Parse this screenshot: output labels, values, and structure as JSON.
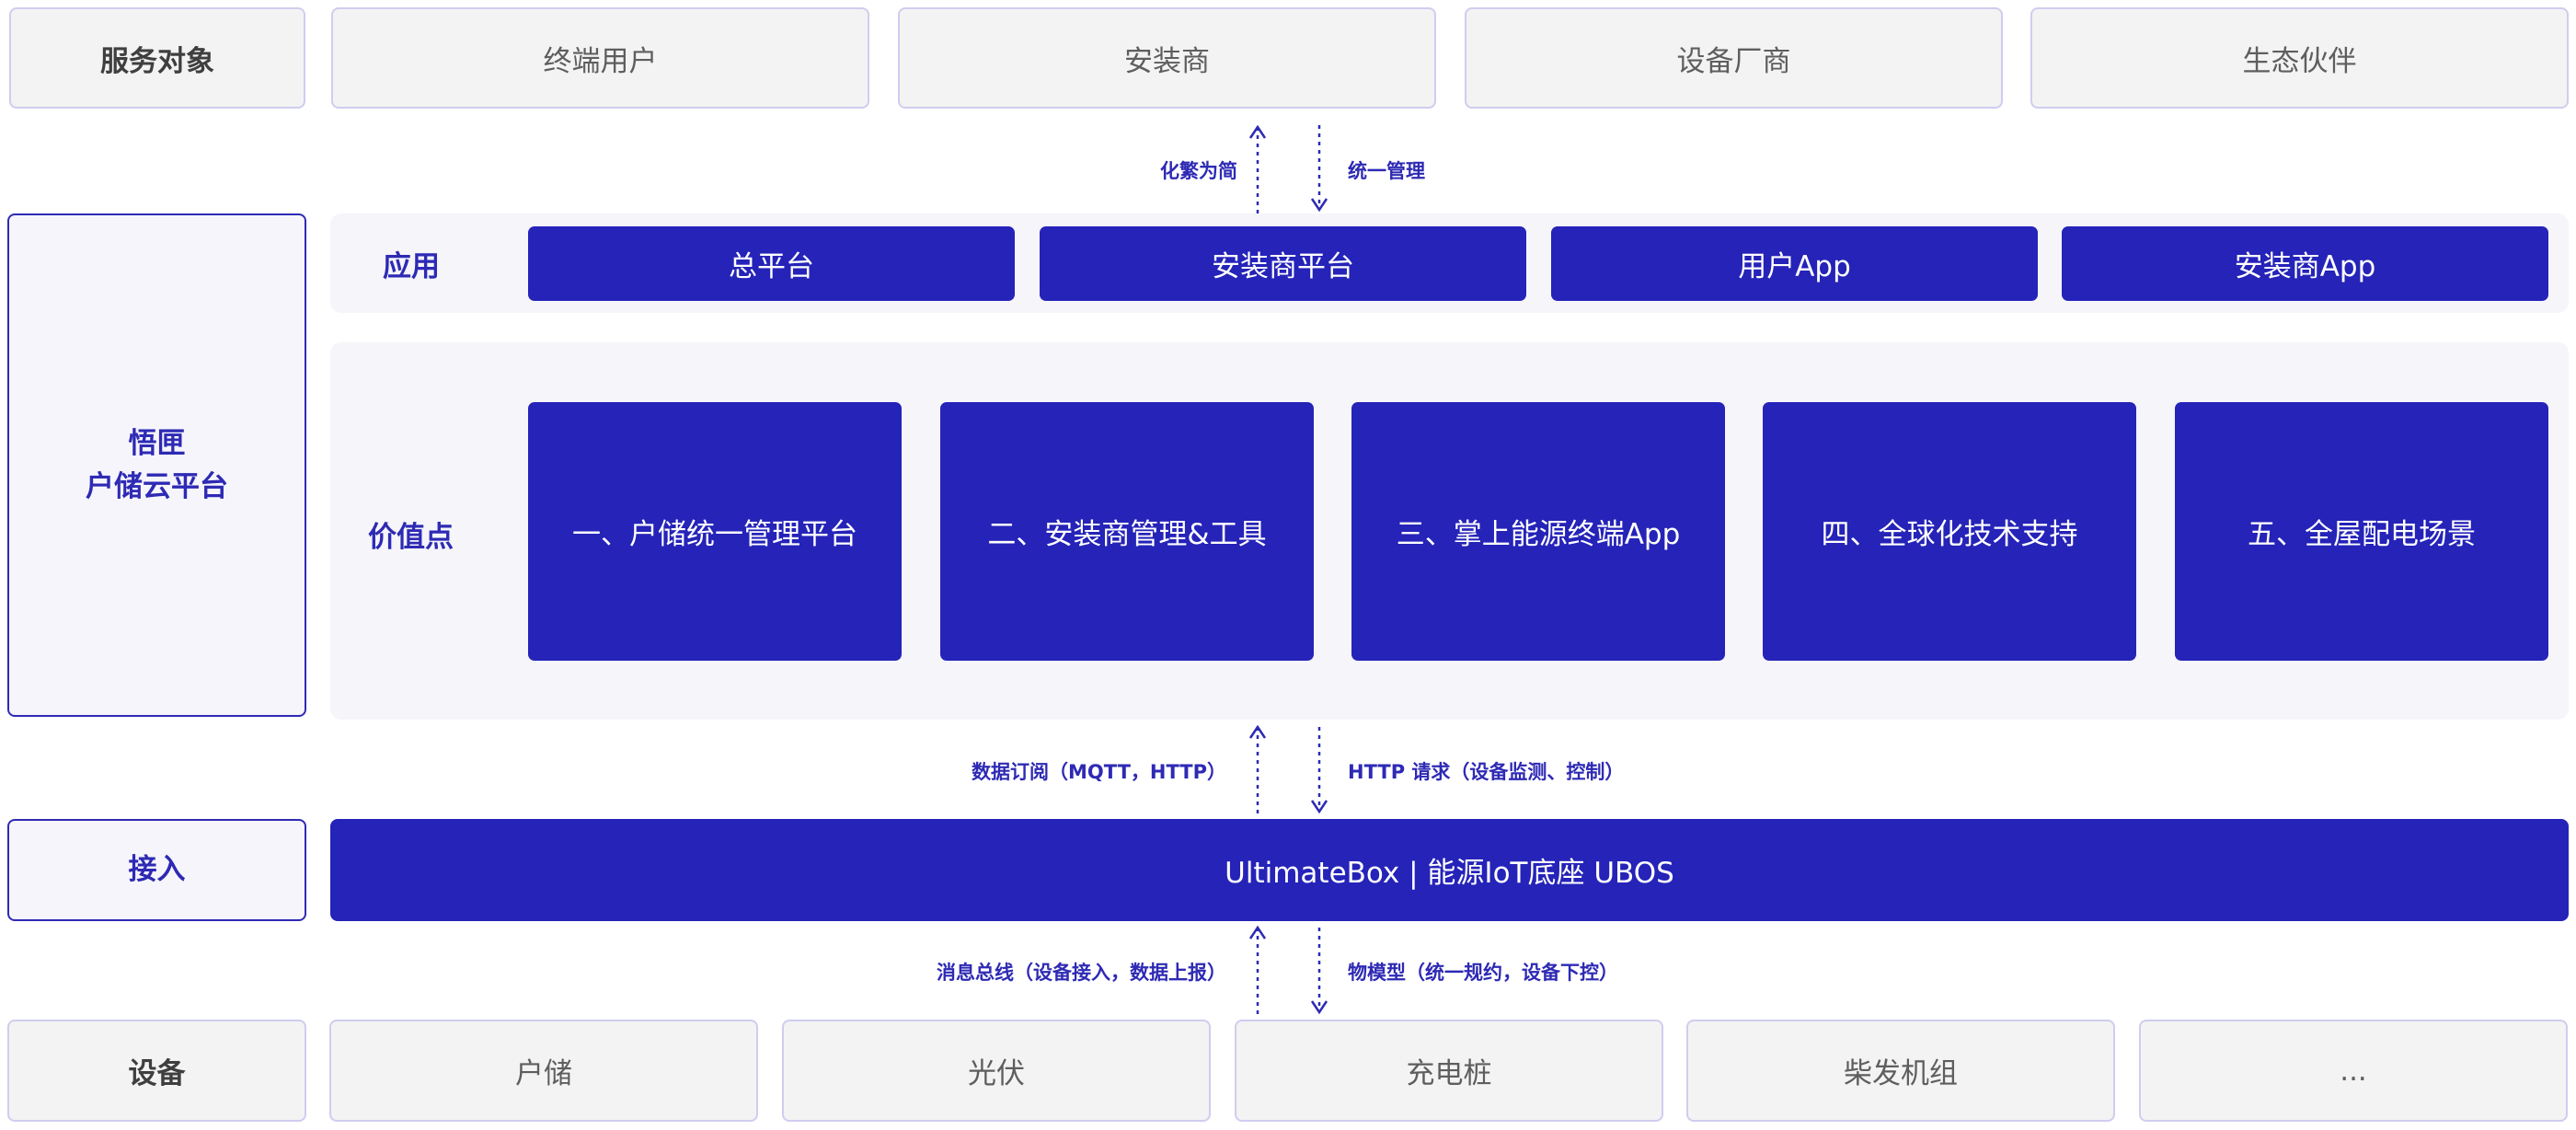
{
  "rows": {
    "service": {
      "label": "服务对象",
      "items": [
        "终端用户",
        "安装商",
        "设备厂商",
        "生态伙伴"
      ]
    },
    "platform": {
      "label_line1": "悟匣",
      "label_line2": "户储云平台"
    },
    "apps": {
      "label": "应用",
      "items": [
        "总平台",
        "安装商平台",
        "用户App",
        "安装商App"
      ]
    },
    "values": {
      "label": "价值点",
      "items": [
        "一、户储统一管理平台",
        "二、安装商管理&工具",
        "三、掌上能源终端App",
        "四、全球化技术支持",
        "五、全屋配电场景"
      ]
    },
    "access": {
      "label": "接入",
      "bar": "UltimateBox | 能源IoT底座 UBOS"
    },
    "devices": {
      "label": "设备",
      "items": [
        "户储",
        "光伏",
        "充电桩",
        "柴发机组",
        "..."
      ]
    }
  },
  "flows": {
    "service_up": "化繁为简",
    "service_down": "统一管理",
    "data_up": "数据订阅（MQTT，HTTP）",
    "data_down": "HTTP 请求（设备监测、控制）",
    "device_up": "消息总线（设备接入，数据上报）",
    "device_down": "物模型（统一规约，设备下控）"
  },
  "colors": {
    "primary": "#2523b8",
    "panel": "#f5f5fa",
    "grey_box": "#f3f3f3",
    "border": "#cfcdef"
  }
}
